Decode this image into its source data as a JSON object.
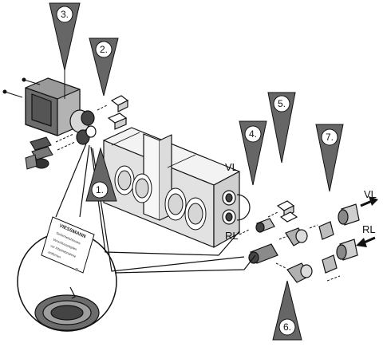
{
  "steps": [
    {
      "label": "1."
    },
    {
      "label": "2."
    },
    {
      "label": "3."
    },
    {
      "label": "4."
    },
    {
      "label": "5."
    },
    {
      "label": "6."
    },
    {
      "label": "7."
    }
  ],
  "flow_labels": {
    "vl_left": "VL",
    "rl_left": "RL",
    "vl_right": "VL",
    "rl_right": "RL"
  },
  "tag": {
    "brand": "VIESSMANN",
    "line1": "Sicherheitshinweis",
    "line2": "Verschlussstopfen",
    "line3": "vor Inbetriebnahme",
    "line4": "entfernen"
  },
  "colors": {
    "pointer_fill": "#666666",
    "line": "#111111",
    "module": "#e6e6e6",
    "shade": "#bdbdbd"
  }
}
